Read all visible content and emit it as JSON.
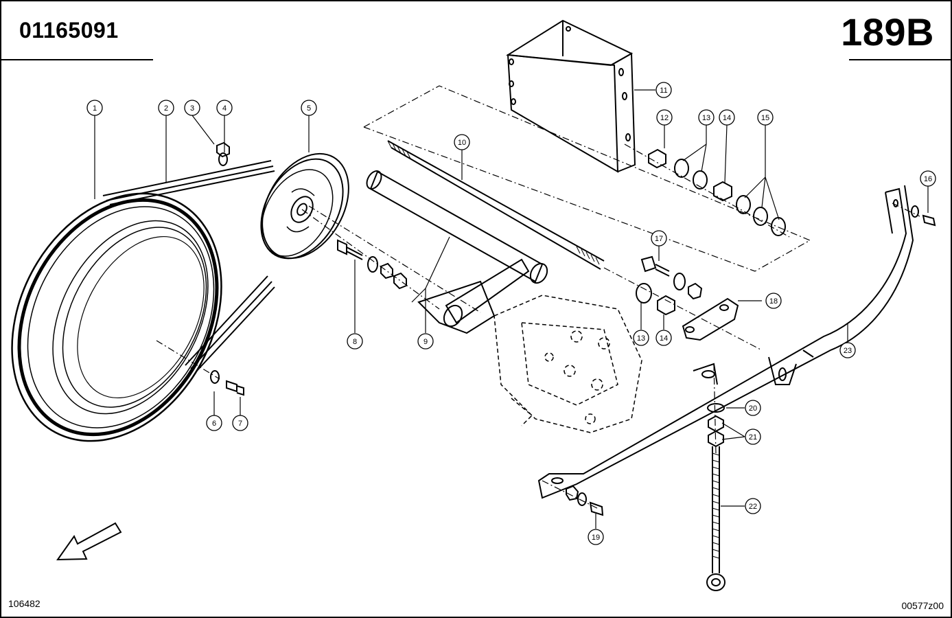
{
  "header": {
    "part_number": "01165091",
    "page_number": "189B"
  },
  "footer": {
    "left_ref": "106482",
    "right_ref": "00577z00"
  },
  "callouts": [
    "1",
    "2",
    "3",
    "4",
    "5",
    "6",
    "7",
    "8",
    "9",
    "10",
    "11",
    "12",
    "13",
    "14",
    "15",
    "16",
    "17",
    "18",
    "19",
    "20",
    "21",
    "22",
    "23",
    "13",
    "14"
  ],
  "icons": {
    "direction_arrow": "arrow-down-left-icon"
  },
  "colors": {
    "ink": "#000000",
    "paper": "#ffffff"
  }
}
